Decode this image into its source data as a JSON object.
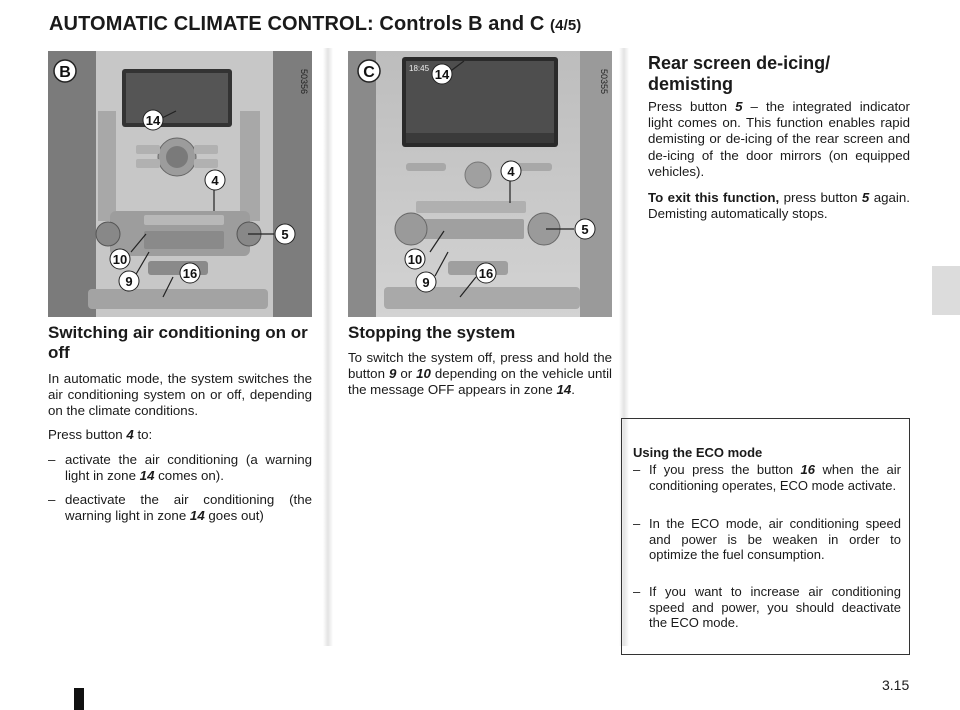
{
  "header": {
    "title": "AUTOMATIC CLIMATE CONTROL: Controls B and C",
    "part": "(4/5)"
  },
  "figures": {
    "b": {
      "letter": "B",
      "code": "50356",
      "callouts": [
        "14",
        "4",
        "5",
        "10",
        "9",
        "16"
      ]
    },
    "c": {
      "letter": "C",
      "code": "50355",
      "callouts": [
        "14",
        "4",
        "5",
        "10",
        "9",
        "16"
      ],
      "screen_time": "18:45"
    }
  },
  "col1": {
    "heading": "Switching air conditioning on or off",
    "p1": "In automatic mode, the system switches the air conditioning system on or off, depending on the climate conditions.",
    "p2_a": "Press button ",
    "p2_num": "4",
    "p2_b": " to:",
    "items": [
      {
        "dash": "–",
        "a": "activate the air conditioning (a warn­ing light in zone ",
        "num": "14",
        "b": " comes on)."
      },
      {
        "dash": "–",
        "a": "deactivate the air conditioning (the warning light in zone ",
        "num": "14",
        "b": " goes out)"
      }
    ]
  },
  "col2": {
    "heading": "Stopping the system",
    "p1_a": "To switch the system off, press and hold the button ",
    "n1": "9",
    "p1_b": " or ",
    "n2": "10",
    "p1_c": " depending on the vehicle until the message OFF ap­pears in zone ",
    "n3": "14",
    "p1_d": "."
  },
  "col3": {
    "heading": "Rear screen de-icing/ demisting",
    "p1_a": "Press button ",
    "p1_num": "5",
    "p1_b": " – the integrated indica­tor light comes on. This function en­ables rapid demisting or de-icing of the rear screen and de-icing of the door mirrors (on equipped vehicles).",
    "p2_bold": "To exit this function,",
    "p2_a": " press button ",
    "p2_num": "5",
    "p2_b": " again. Demisting automatically stops."
  },
  "eco": {
    "title": "Using the ECO mode",
    "items": [
      {
        "dash": "–",
        "a": "If you press the button ",
        "num": "16",
        "b": " when the air conditioning operates, ECO mode activate."
      },
      {
        "dash": "–",
        "a": "In the ECO mode, air condi­tioning speed and power is be weaken in order to optimize the fuel consumption.",
        "num": "",
        "b": ""
      },
      {
        "dash": "–",
        "a": "If you want to increase air con­ditioning speed and power, you should deactivate the ECO mode.",
        "num": "",
        "b": ""
      }
    ]
  },
  "footer": {
    "page": "3.15"
  }
}
